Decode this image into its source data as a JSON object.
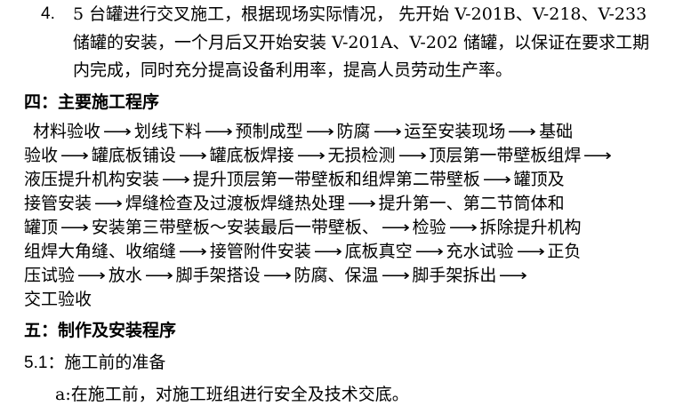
{
  "item4": {
    "number": "4.",
    "line1": "5 台罐进行交叉施工，根据现场实际情况，  先开始 V-201B、V-218、V-233",
    "line2": "储罐的安装，一个月后又开始安装 V-201A、V-202 储罐，以保证在要求工期",
    "line3": "内完成，同时充分提高设备利用率，提高人员劳动生产率。"
  },
  "section4": {
    "heading": "四：主要施工程序",
    "arrow": "⟶",
    "flow": {
      "r1": [
        "材料验收",
        "划线下料",
        "预制成型",
        "防腐",
        "运至安装现场",
        "基础"
      ],
      "r2": [
        "验收",
        "罐底板铺设",
        "罐底板焊接",
        "无损检测",
        "顶层第一带壁板组焊"
      ],
      "r3": [
        "液压提升机构安装",
        "提升顶层第一带壁板和组焊第二带壁板",
        "罐顶及"
      ],
      "r4": [
        "接管安装",
        "焊缝检查及过渡板焊缝热处理",
        "提升第一、第二节筒体和"
      ],
      "r5": [
        "罐顶",
        "安装第三带壁板～安装最后一带壁板、",
        "检验",
        "拆除提升机构"
      ],
      "r6": [
        "组焊大角缝、收缩缝",
        "接管附件安装",
        "底板真空",
        "充水试验",
        "正负"
      ],
      "r7": [
        "压试验",
        "放水",
        "脚手架搭设",
        "防腐、保温",
        "脚手架拆出"
      ],
      "r8": [
        "交工验收"
      ]
    }
  },
  "section5": {
    "heading": "五：制作及安装程序",
    "sub_number": "5.1：",
    "sub_title": "施工前的准备",
    "item_a": "a:在施工前，对施工班组进行安全及技术交底。"
  }
}
